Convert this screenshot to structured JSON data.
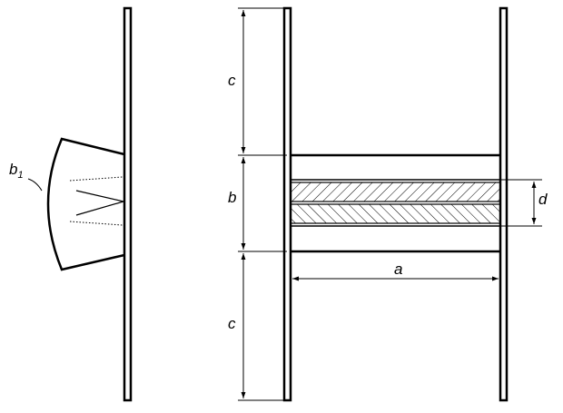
{
  "labels": {
    "c_top": "c",
    "b": "b",
    "c_bottom": "c",
    "d": "d",
    "a": "a",
    "b1_main": "b",
    "b1_sub": "1"
  }
}
